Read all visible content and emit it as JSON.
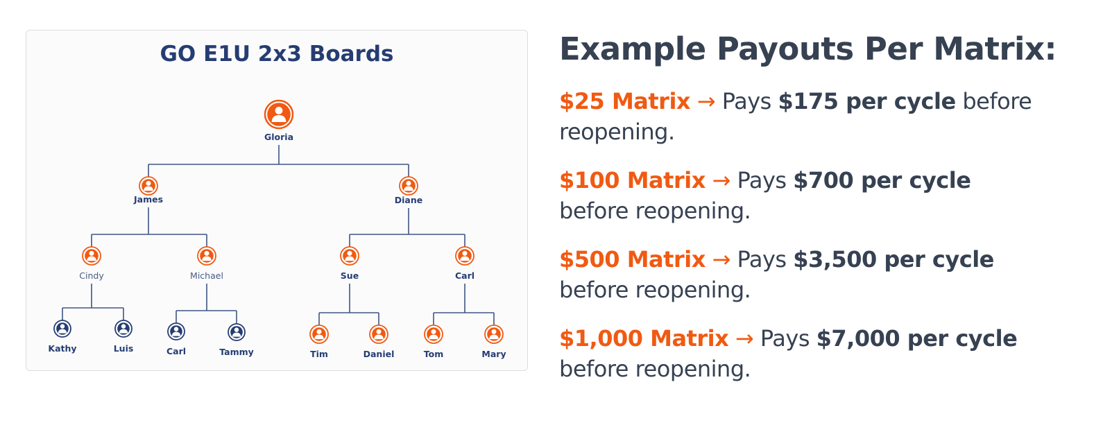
{
  "diagram": {
    "title": "GO E1U 2x3 Boards",
    "nodes": [
      {
        "id": "gloria",
        "name": "Gloria",
        "color": "orange",
        "style": "bold"
      },
      {
        "id": "james",
        "name": "James",
        "color": "orange",
        "style": "bold"
      },
      {
        "id": "diane",
        "name": "Diane",
        "color": "orange",
        "style": "bold"
      },
      {
        "id": "cindy",
        "name": "Cindy",
        "color": "orange",
        "style": "light"
      },
      {
        "id": "michael",
        "name": "Michael",
        "color": "orange",
        "style": "light"
      },
      {
        "id": "sue",
        "name": "Sue",
        "color": "orange",
        "style": "bold"
      },
      {
        "id": "carl1",
        "name": "Carl",
        "color": "orange",
        "style": "bold"
      },
      {
        "id": "kathy",
        "name": "Kathy",
        "color": "navy",
        "style": "bold"
      },
      {
        "id": "luis",
        "name": "Luis",
        "color": "navy",
        "style": "bold"
      },
      {
        "id": "carl2",
        "name": "Carl",
        "color": "navy",
        "style": "bold"
      },
      {
        "id": "tammy",
        "name": "Tammy",
        "color": "navy",
        "style": "bold"
      },
      {
        "id": "tim",
        "name": "Tim",
        "color": "orange",
        "style": "bold"
      },
      {
        "id": "daniel",
        "name": "Daniel",
        "color": "orange",
        "style": "bold"
      },
      {
        "id": "tom",
        "name": "Tom",
        "color": "orange",
        "style": "bold"
      },
      {
        "id": "mary",
        "name": "Mary",
        "color": "orange",
        "style": "bold"
      }
    ],
    "edges": [
      [
        "gloria",
        "james"
      ],
      [
        "gloria",
        "diane"
      ],
      [
        "james",
        "cindy"
      ],
      [
        "james",
        "michael"
      ],
      [
        "diane",
        "sue"
      ],
      [
        "diane",
        "carl1"
      ],
      [
        "cindy",
        "kathy"
      ],
      [
        "cindy",
        "luis"
      ],
      [
        "michael",
        "carl2"
      ],
      [
        "michael",
        "tammy"
      ],
      [
        "sue",
        "tim"
      ],
      [
        "sue",
        "daniel"
      ],
      [
        "carl1",
        "tom"
      ],
      [
        "carl1",
        "mary"
      ]
    ],
    "colors": {
      "orange": "#f05a12",
      "navy": "#253d72",
      "line": "#3f5482"
    }
  },
  "payouts": {
    "heading": "Example Payouts Per Matrix:",
    "items": [
      {
        "matrix": "$25 Matrix",
        "arrow": "→",
        "pays": "Pays",
        "amount": "$175 per cycle",
        "tail": "before reopening."
      },
      {
        "matrix": "$100 Matrix",
        "arrow": "→",
        "pays": "Pays",
        "amount": "$700 per cycle",
        "tail": "before reopening."
      },
      {
        "matrix": "$500 Matrix",
        "arrow": "→",
        "pays": "Pays",
        "amount": "$3,500 per cycle",
        "tail": "before reopening."
      },
      {
        "matrix": "$1,000 Matrix",
        "arrow": "→",
        "pays": "Pays",
        "amount": "$7,000 per cycle",
        "tail": "before reopening."
      }
    ],
    "accent_color": "#f05a12",
    "text_color": "#364152"
  }
}
